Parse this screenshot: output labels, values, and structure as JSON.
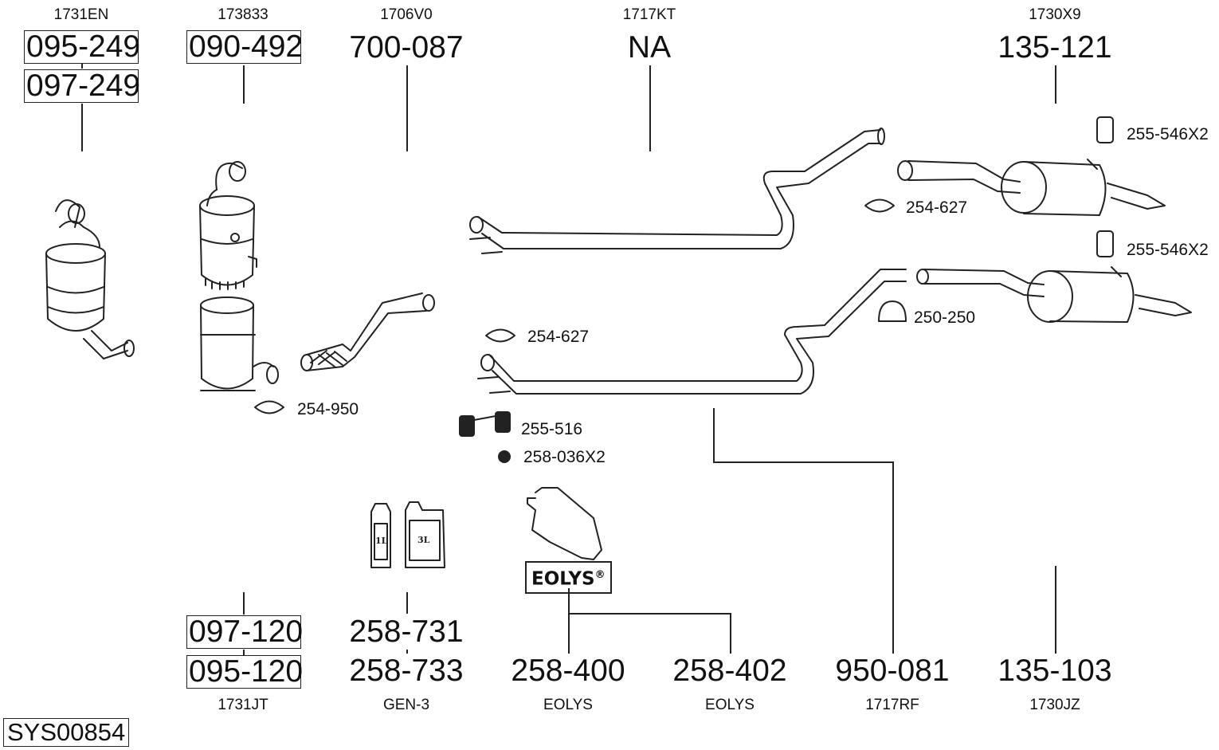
{
  "diagram": {
    "title_code": "SYS00854",
    "top_groups": [
      {
        "code": "1731EN",
        "parts": [
          "095-249",
          "097-249"
        ],
        "boxed": true
      },
      {
        "code": "173833",
        "parts": [
          "090-492"
        ],
        "boxed": true
      },
      {
        "code": "1706V0",
        "parts": [
          "700-087"
        ],
        "boxed": false
      },
      {
        "code": "1717KT",
        "parts": [
          "NA"
        ],
        "boxed": false
      },
      {
        "code": "1730X9",
        "parts": [
          "135-121"
        ],
        "boxed": false
      }
    ],
    "bottom_groups": [
      {
        "code": "1731JT",
        "parts": [
          "097-120",
          "095-120"
        ],
        "boxed": true
      },
      {
        "code": "GEN-3",
        "parts": [
          "258-731",
          "258-733"
        ],
        "boxed": false
      },
      {
        "code": "EOLYS",
        "parts": [
          "258-400"
        ],
        "boxed": false
      },
      {
        "code": "EOLYS",
        "parts": [
          "258-402"
        ],
        "boxed": false
      },
      {
        "code": "1717RF",
        "parts": [
          "950-081"
        ],
        "boxed": false
      },
      {
        "code": "1730JZ",
        "parts": [
          "135-103"
        ],
        "boxed": false
      }
    ],
    "callouts": {
      "hanger_top": "255-546X2",
      "clamp_top": "254-627",
      "hanger_mid": "255-546X2",
      "clamp_ring": "250-250",
      "clamp_mid": "254-627",
      "clamp_left": "254-950",
      "bracket": "255-516",
      "nut": "258-036X2"
    },
    "bottles": {
      "small": "1L",
      "large": "3L"
    },
    "eolys_logo": {
      "text": "EOLYS",
      "mark": "®"
    }
  }
}
